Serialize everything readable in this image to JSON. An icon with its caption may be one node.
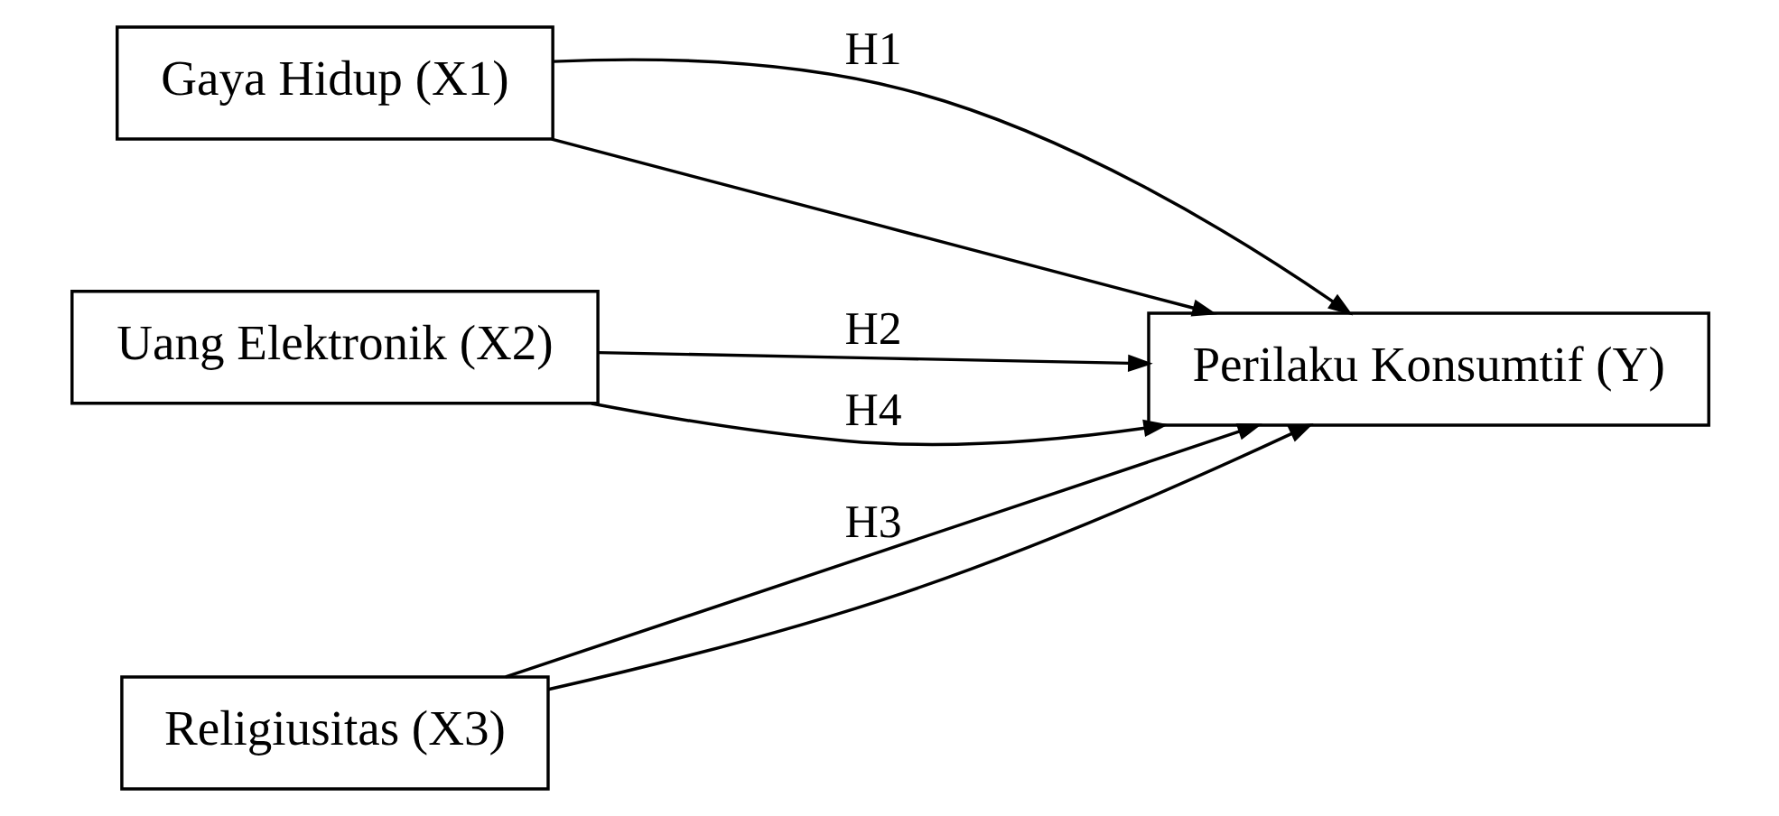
{
  "diagram": {
    "nodes": [
      {
        "text": [
          "Gaya Hidup (X1)"
        ]
      },
      {
        "text": [
          "Uang Elektronik (X2)"
        ]
      },
      {
        "text": [
          "Religiusitas (X3)"
        ]
      },
      {
        "text": [
          "Perilaku Konsumtif (Y)"
        ]
      }
    ],
    "edges": [
      {
        "from": 0,
        "to": 3,
        "arrow": "to",
        "label": "H1"
      },
      {
        "from": 1,
        "to": 3,
        "arrow": "to",
        "label": "H2"
      },
      {
        "from": 2,
        "to": 3,
        "arrow": "to",
        "label": "H3"
      },
      {
        "from": 0,
        "to": 3,
        "arrow": "to"
      },
      {
        "from": 1,
        "to": 3,
        "arrow": "to",
        "label": "H4"
      },
      {
        "from": 2,
        "to": 3,
        "arrow": "to"
      }
    ]
  }
}
